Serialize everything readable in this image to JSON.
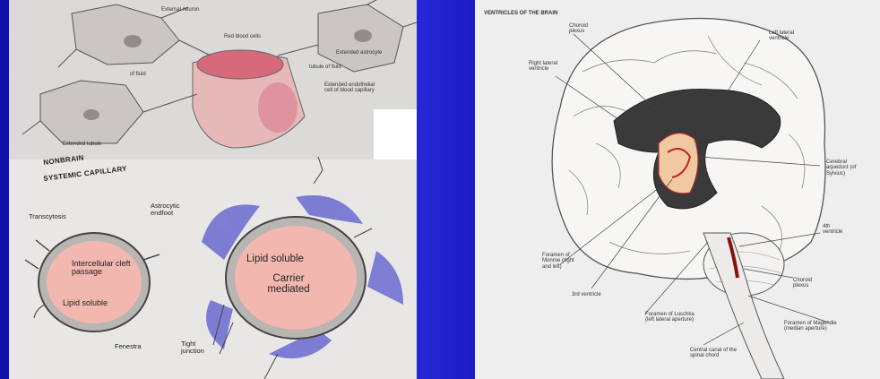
{
  "left_figure": {
    "top_labels": {
      "neuron": "External neuron",
      "red_cells": "Red blood cells",
      "tubule": "tubule of fluid",
      "astrocyte": "Extended astrocyte",
      "endothelial": "Extended endothelial cell of blood capillary",
      "of_fluid": "of fluid",
      "left_bottom": "Extended tubule"
    },
    "caption_line1": "NONBRAIN",
    "caption_line2": "SYSTEMIC CAPILLARY",
    "labels": {
      "transcytosis": "Transcytosis",
      "intercellular": "Intercellular cleft passage",
      "lipid_soluble_left": "Lipid soluble",
      "fenestra": "Fenestra",
      "astrocytic": "Astrocytic endfoot",
      "lipid_soluble_right": "Lipid soluble",
      "carrier_mediated": "Carrier mediated",
      "tight_junction": "Tight junction"
    }
  },
  "right_figure": {
    "title": "VENTRICLES OF THE BRAIN",
    "labels": {
      "choroid_top": "Choroid plexus",
      "left_lateral": "Left lateral ventricle",
      "right_lateral": "Right lateral ventricle",
      "cerebral_aqueduct": "Cerebral aqueduct (of Sylvius)",
      "fourth_ventricle": "4th ventricle",
      "foramen_monro": "Foramen of Monroe (right and left)",
      "third_ventricle": "3rd ventricle",
      "choroid_bottom": "Choroid plexus",
      "foramen_luschka": "Foramen of Luschka (left lateral aperture)",
      "foramen_magendie": "Foramen of Magendie (median aperture)",
      "central_canal": "Central canal of the spinal chord"
    }
  },
  "colors": {
    "background_blue": "#1c1cc0",
    "lumen_pink": "#f2b8b0",
    "endfoot_blue": "#6a6ad0",
    "ventricle_dark": "#3a3a3a"
  }
}
